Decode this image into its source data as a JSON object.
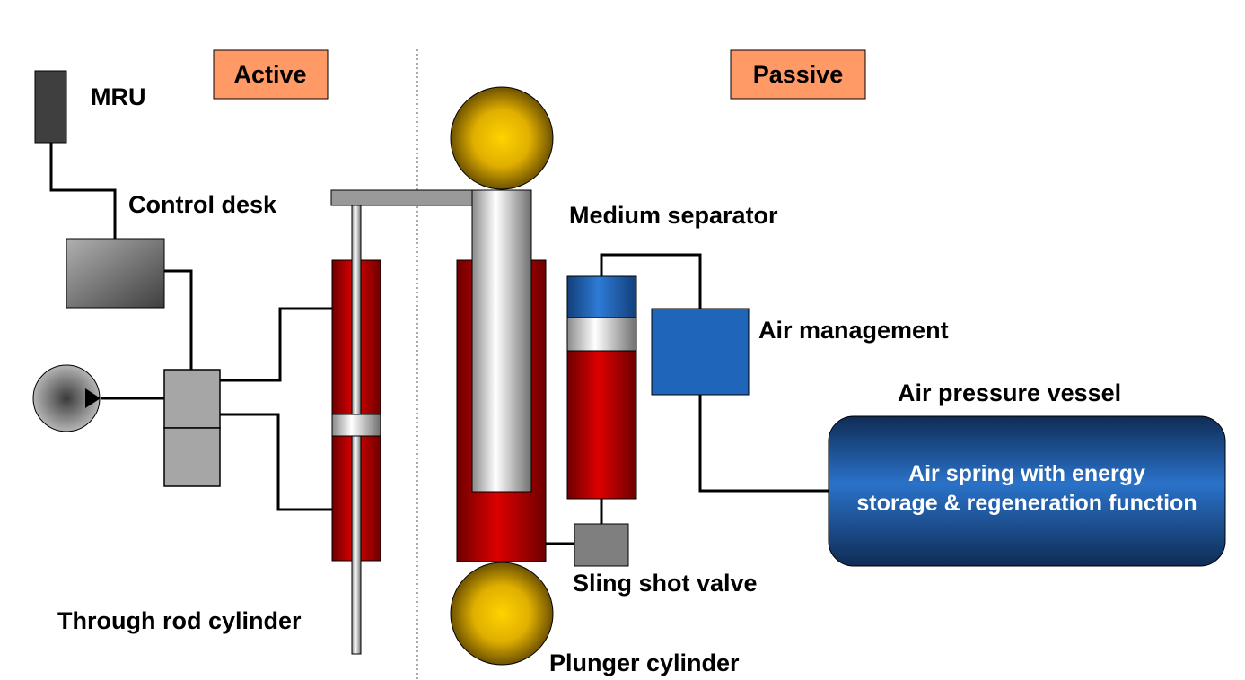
{
  "sections": {
    "active": "Active",
    "passive": "Passive"
  },
  "labels": {
    "mru": "MRU",
    "control_desk": "Control desk",
    "through_rod_cylinder": "Through rod cylinder",
    "medium_separator": "Medium separator",
    "air_management": "Air management",
    "air_pressure_vessel": "Air pressure vessel",
    "sling_shot_valve": "Sling shot valve",
    "plunger_cylinder": "Plunger cylinder"
  },
  "vessel": {
    "line1": "Air spring with energy",
    "line2": "storage & regeneration function"
  },
  "colors": {
    "section_badge": "#FF9966",
    "cylinder_red": "#CC0000",
    "air_blue": "#1F66BB",
    "vessel_blue": "#1A4F93",
    "sphere_gold": "#E8B800",
    "steel_grey": "#999999"
  }
}
